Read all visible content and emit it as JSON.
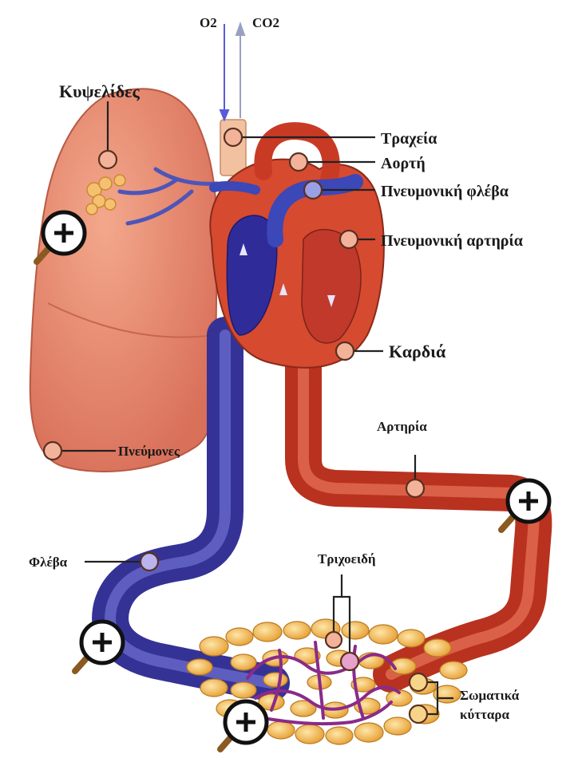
{
  "labels": {
    "o2": "O2",
    "co2": "CO2",
    "alveoli": "Κυψελίδες",
    "trachea": "Τραχεία",
    "aorta": "Αορτή",
    "pulmonary_vein": "Πνευμονική φλέβα",
    "pulmonary_artery": "Πνευμονική αρτηρία",
    "heart": "Καρδιά",
    "lungs": "Πνεύμονες",
    "artery": "Αρτηρία",
    "vein": "Φλέβα",
    "capillaries": "Τριχοειδή",
    "body_cells_line1": "Σωματικά",
    "body_cells_line2": "κύτταρα"
  },
  "icons": {
    "magnifier": "magnifier-plus-icon"
  },
  "colors": {
    "lung": "#e98a6e",
    "artery": "#c9402b",
    "vein": "#3b3aa0",
    "heart": "#d94a33",
    "cells": "#f2b64a",
    "capillary": "#8a2a8a",
    "marker": "#f3b39a"
  }
}
